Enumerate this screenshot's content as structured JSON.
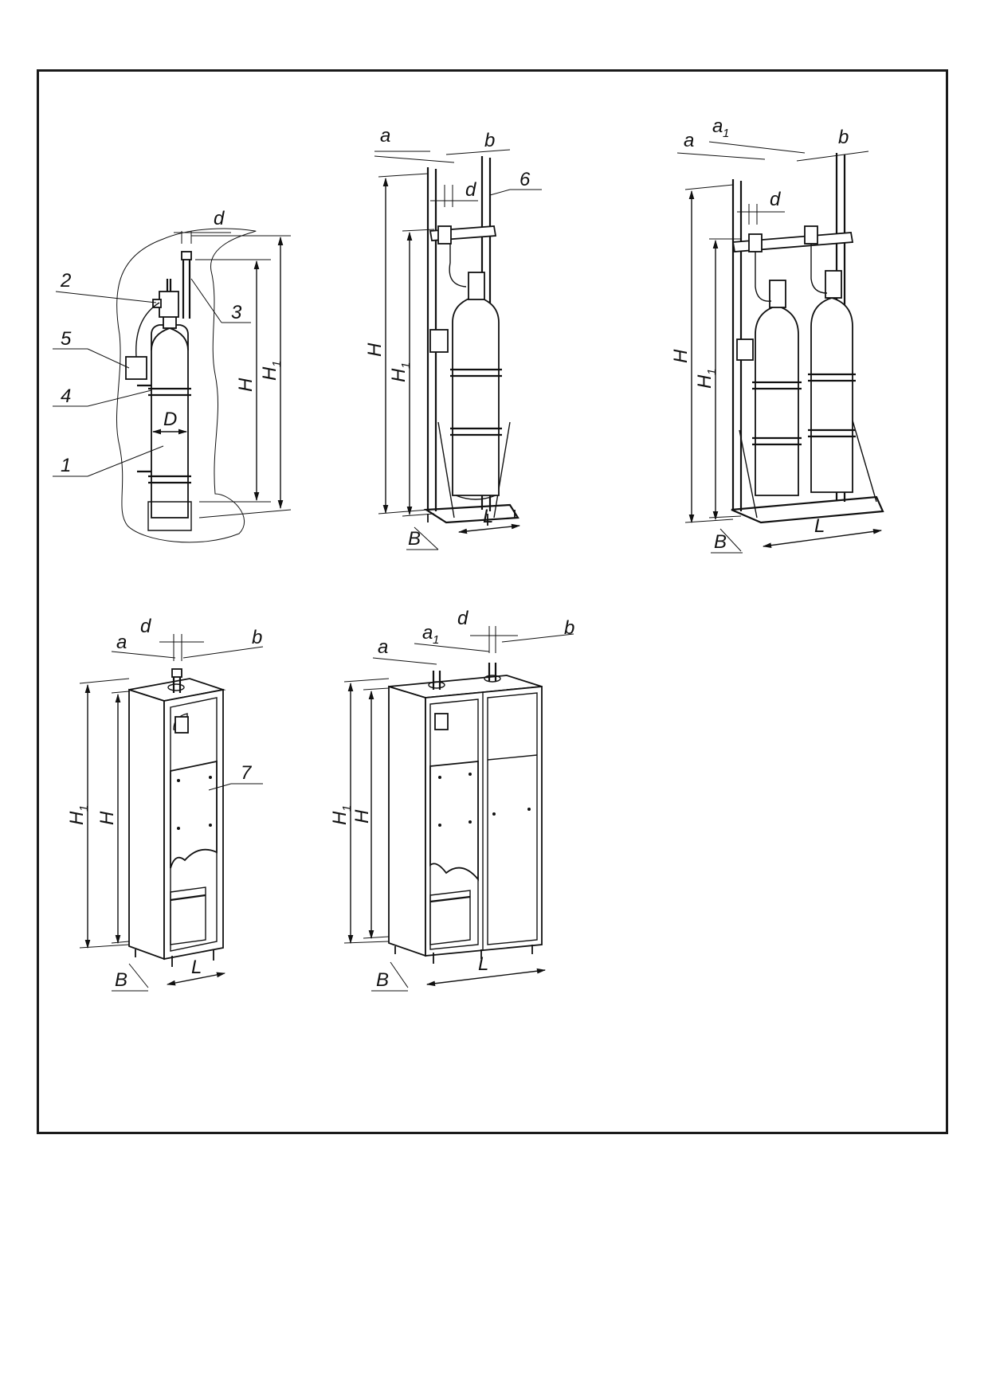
{
  "drawing": {
    "fig1": {
      "labels": {
        "d": "d",
        "D": "D",
        "H": "H",
        "H1": "H",
        "H1_sub": "1"
      },
      "callouts": [
        "1",
        "2",
        "3",
        "4",
        "5"
      ]
    },
    "fig2": {
      "labels": {
        "a": "a",
        "b": "b",
        "d": "d",
        "H": "H",
        "H1": "H",
        "H1_sub": "1",
        "L": "L",
        "B": "B"
      },
      "callouts": [
        "6"
      ]
    },
    "fig3": {
      "labels": {
        "a": "a",
        "a1": "a",
        "a1_sub": "1",
        "b": "b",
        "d": "d",
        "H": "H",
        "H1": "H",
        "H1_sub": "1",
        "L": "L",
        "B": "B"
      }
    },
    "fig4": {
      "labels": {
        "a": "a",
        "b": "b",
        "d": "d",
        "H": "H",
        "H1": "H",
        "H1_sub": "1",
        "L": "L",
        "B": "B"
      },
      "callouts": [
        "7"
      ]
    },
    "fig5": {
      "labels": {
        "a": "a",
        "a1": "a",
        "a1_sub": "1",
        "b": "b",
        "d": "d",
        "H": "H",
        "H1": "H",
        "H1_sub": "1",
        "L": "L",
        "B": "B"
      }
    }
  }
}
